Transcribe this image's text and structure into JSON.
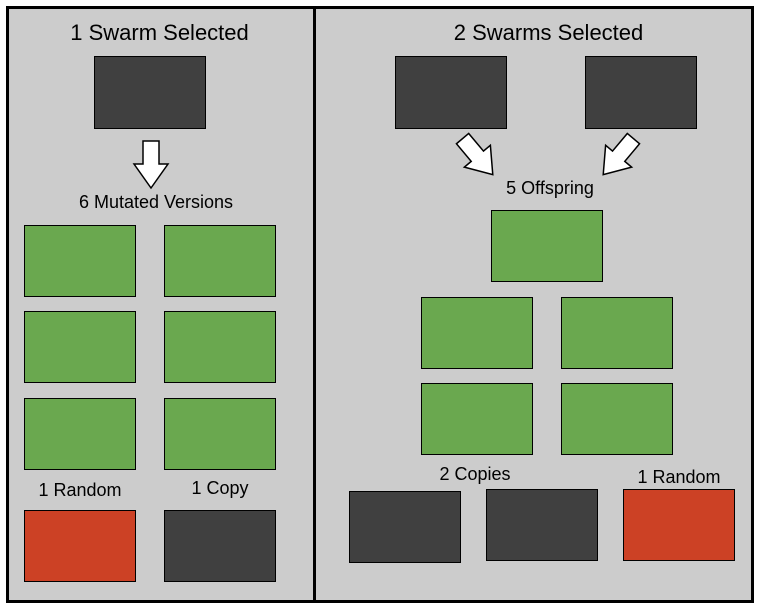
{
  "colors": {
    "green": "#6aa84f",
    "dark": "#404040",
    "red": "#cc4125",
    "background": "#cccccc"
  },
  "left_panel": {
    "title": "1 Swarm Selected",
    "mutated_label": "6 Mutated Versions",
    "random_label": "1 Random",
    "copy_label": "1 Copy"
  },
  "right_panel": {
    "title": "2 Swarms Selected",
    "offspring_label": "5 Offspring",
    "copies_label": "2 Copies",
    "random_label": "1 Random"
  }
}
